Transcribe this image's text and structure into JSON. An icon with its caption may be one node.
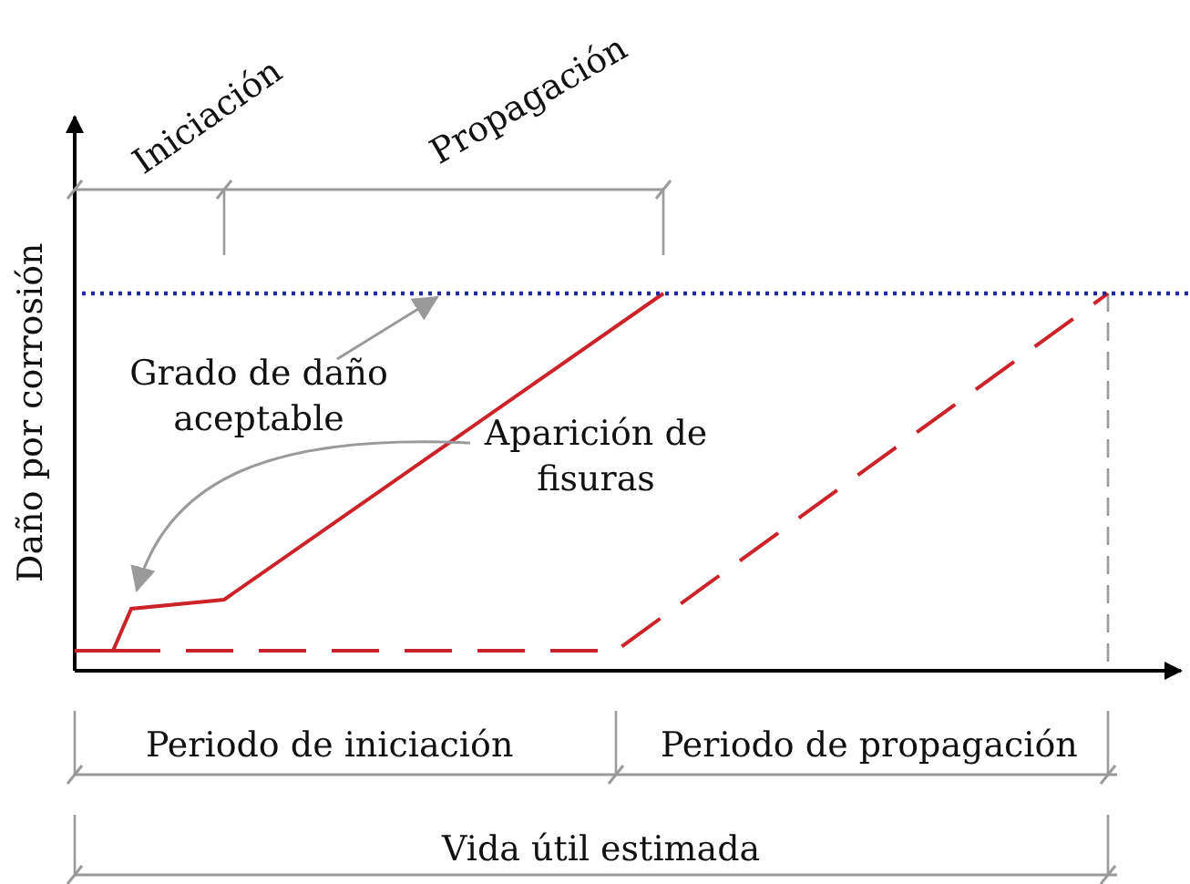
{
  "diagram": {
    "nodes": [
      {
        "text": [],
        "shape": "line"
      },
      {
        "text": [
          "Grado de daño aceptable"
        ]
      },
      {
        "text": [
          "Aparición de fisuras"
        ]
      }
    ],
    "edges": [
      {
        "from": 1,
        "to": 0,
        "arrow": "to"
      },
      {
        "from": 2,
        "to": null,
        "arrow": "to"
      }
    ],
    "labels": [
      "Iniciación",
      "Propagación",
      "Daño por corrosión",
      "Periodo de iniciación",
      "Periodo de propagación",
      "Vida útil estimada"
    ]
  }
}
